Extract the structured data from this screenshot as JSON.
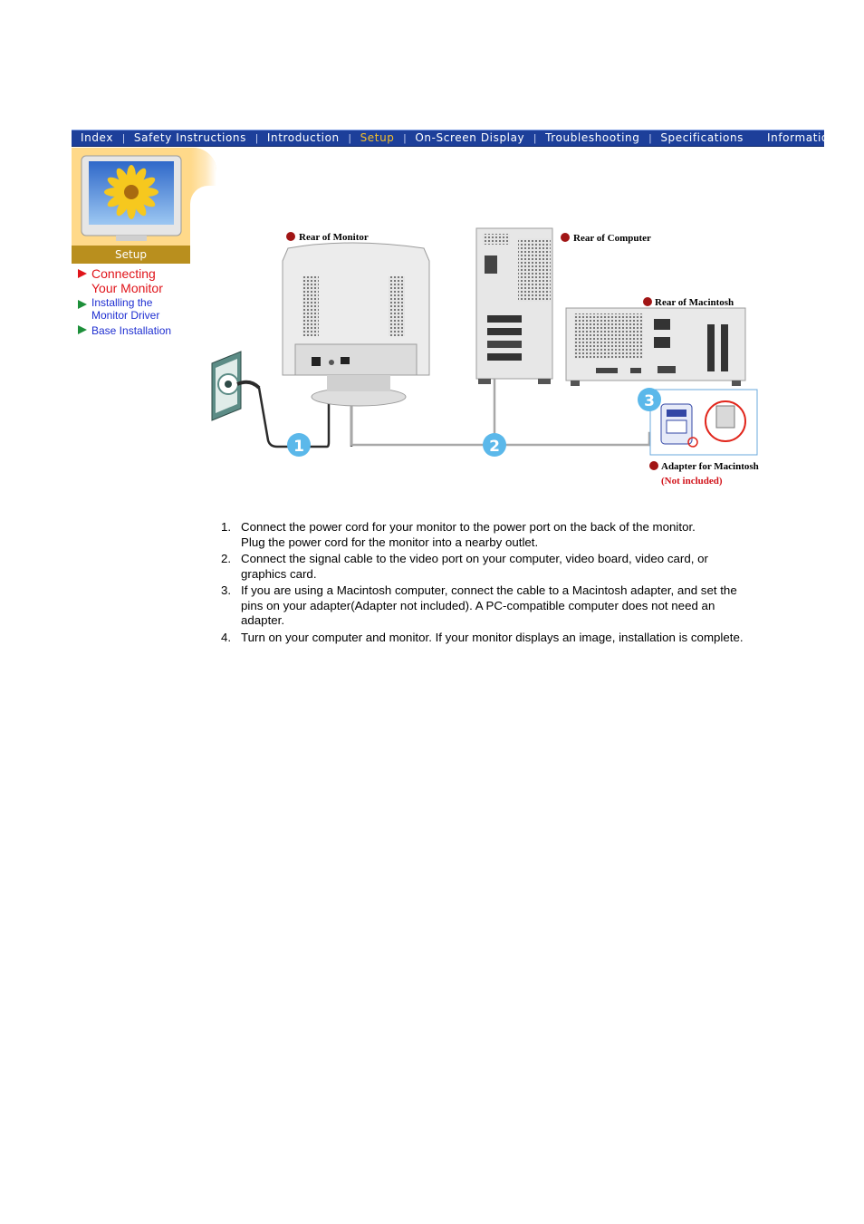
{
  "navbar": {
    "items": [
      {
        "label": "Index",
        "active": false
      },
      {
        "label": "Safety Instructions",
        "active": false
      },
      {
        "label": "Introduction",
        "active": false
      },
      {
        "label": "Setup",
        "active": true
      },
      {
        "label": "On-Screen Display",
        "active": false
      },
      {
        "label": "Troubleshooting",
        "active": false
      },
      {
        "label": "Specifications",
        "active": false
      },
      {
        "label": "Information",
        "active": false
      }
    ],
    "separator": "|"
  },
  "sidebar": {
    "section_label": "Setup",
    "menu": [
      {
        "lines": [
          "Connecting",
          "Your Monitor"
        ],
        "current": true
      },
      {
        "lines": [
          "Installing the",
          "Monitor Driver"
        ],
        "current": false
      },
      {
        "lines": [
          "Base Installation"
        ],
        "current": false
      }
    ]
  },
  "diagram": {
    "labels": {
      "rear_of_monitor": "Rear of Monitor",
      "rear_of_computer": "Rear of Computer",
      "rear_of_macintosh": "Rear of  Macintosh",
      "adapter_for_macintosh": "Adapter for Macintosh",
      "not_included": "(Not included)"
    },
    "step_badges": [
      "1",
      "2",
      "3"
    ]
  },
  "instructions": [
    {
      "num": "1.",
      "lines": [
        "Connect the power cord for your monitor to the power port on the back of the monitor.",
        "Plug the power cord for the monitor into a nearby outlet."
      ]
    },
    {
      "num": "2.",
      "lines": [
        "Connect the signal cable to the video port on your computer, video board, video card, or",
        "graphics card."
      ]
    },
    {
      "num": "3.",
      "lines": [
        "If you are using a Macintosh computer, connect the cable to a Macintosh adapter, and set the",
        "pins on your adapter(Adapter not included). A PC-compatible computer does not need an",
        "adapter."
      ]
    },
    {
      "num": "4.",
      "lines": [
        "Turn on your computer and monitor. If your monitor displays an image, installation is complete."
      ]
    }
  ],
  "colors": {
    "navbar_bg": "#1d3f9a",
    "nav_active": "#f4c02b",
    "sidebar_bg": "#ffd98a",
    "setup_label_bg": "#b98f1e",
    "menu_current": "#e0141a",
    "menu_link": "#1f2fd1",
    "menu_arrow": "#1d8f3a",
    "badge": "#5bb8ea"
  }
}
